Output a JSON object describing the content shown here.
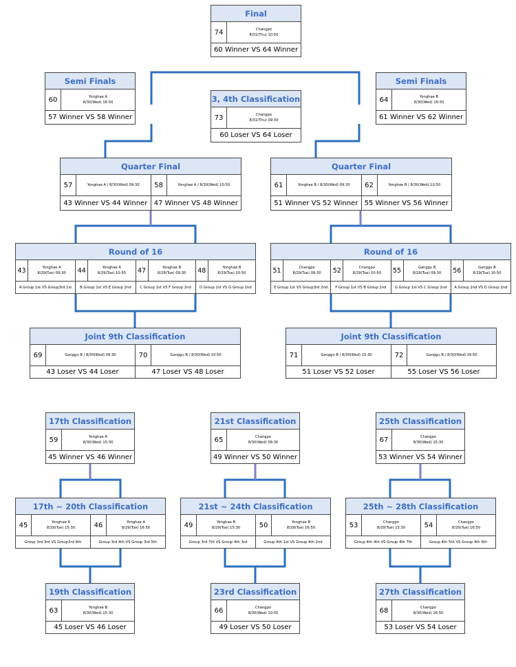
{
  "final": {
    "title": "Final",
    "num": "74",
    "venue": "Changpo",
    "time": "8/31(Thu) 10:50",
    "matchup": "60 Winner VS 64 Winner"
  },
  "semi_left": {
    "title": "Semi Finals",
    "num": "60",
    "venue": "Yonghae A",
    "time": "8/30(Wed) 16:50",
    "matchup": "57 Winner VS 58 Winner"
  },
  "semi_right": {
    "title": "Semi Finals",
    "num": "64",
    "venue": "Yonghae B",
    "time": "8/30(Wed) 16:50",
    "matchup": "61 Winner VS 62 Winner"
  },
  "third": {
    "title": "3, 4th Classification",
    "num": "73",
    "venue": "Changpo",
    "time": "8/31(Thu) 09:30",
    "matchup": "60 Loser VS 64 Loser"
  },
  "qf_left": {
    "title": "Quarter Final",
    "matches": [
      {
        "num": "57",
        "info": "Yonghae A / 8/30(Wed) 09:30",
        "matchup": "43 Winner VS 44 Winner"
      },
      {
        "num": "58",
        "info": "Yonghae A / 8/30(Wed) 10:50",
        "matchup": "47 Winner VS 48 Winner"
      }
    ]
  },
  "qf_right": {
    "title": "Quarter Final",
    "matches": [
      {
        "num": "61",
        "info": "Yonghae B / 8/30(Wed) 09:30",
        "matchup": "51 Winner VS 52 Winner"
      },
      {
        "num": "62",
        "info": "Yonghae B / 8/30(Wed) 10:50",
        "matchup": "55 Winner VS 56 Winner"
      }
    ]
  },
  "r16_left": {
    "title": "Round of 16",
    "matches": [
      {
        "num": "43",
        "venue": "Yonghae A",
        "time": "8/29(Tue) 09:30",
        "matchup": "A Group 1st VS   Group3rd   1st"
      },
      {
        "num": "44",
        "venue": "Yonghae A",
        "time": "8/29(Tue) 10:50",
        "matchup": "B Group 1st VS E Group 2nd"
      },
      {
        "num": "47",
        "venue": "Yonghae B",
        "time": "8/29(Tue) 09:30",
        "matchup": "C Group 1st VS F Group 2nd"
      },
      {
        "num": "48",
        "venue": "Yonghae B",
        "time": "8/29(Tue) 10:50",
        "matchup": "D Group 1st VS G Group 2nd"
      }
    ]
  },
  "r16_right": {
    "title": "Round of 16",
    "matches": [
      {
        "num": "51",
        "venue": "Changpo",
        "time": "8/29(Tue) 09:30",
        "matchup": "E Group 1st VS  Group3rd  2nd"
      },
      {
        "num": "52",
        "venue": "Changpo",
        "time": "8/29(Tue) 10:50",
        "matchup": "F Group 1st VS B Group 2nd"
      },
      {
        "num": "55",
        "venue": "Ganggu B",
        "time": "8/29(Tue) 09:30",
        "matchup": "G Group 1st VS C Group 2nd"
      },
      {
        "num": "56",
        "venue": "Ganggu B",
        "time": "8/29(Tue) 10:50",
        "matchup": "A Group 2nd VS D Group 2nd"
      }
    ]
  },
  "j9_left": {
    "title": "Joint 9th Classification",
    "matches": [
      {
        "num": "69",
        "info": "Ganggu B / 8/30(Wed) 09:30",
        "matchup": "43 Loser VS 44 Loser"
      },
      {
        "num": "70",
        "info": "Ganggu B / 8/30(Wed) 10:50",
        "matchup": "47 Loser VS 48 Loser"
      }
    ]
  },
  "j9_right": {
    "title": "Joint 9th Classification",
    "matches": [
      {
        "num": "71",
        "info": "Ganggu B / 8/30(Wed) 15:30",
        "matchup": "51 Loser VS 52 Loser"
      },
      {
        "num": "72",
        "info": "Ganggu B / 8/30(Wed) 16:50",
        "matchup": "55 Loser VS 56 Loser"
      }
    ]
  },
  "c17": {
    "title": "17th Classification",
    "num": "59",
    "venue": "Yonghae A",
    "time": "8/30(Wed) 15:30",
    "matchup": "45 Winner VS 46 Winner"
  },
  "c21": {
    "title": "21st Classification",
    "num": "65",
    "venue": "Changpo",
    "time": "8/30(Wed) 09:30",
    "matchup": "49 Winner VS 50 Winner"
  },
  "c25": {
    "title": "25th Classification",
    "num": "67",
    "venue": "Changpo",
    "time": "8/30(Wed) 15:30",
    "matchup": "53 Winner VS 54 Winner"
  },
  "c17_20": {
    "title": "17th ~ 20th Classification",
    "matches": [
      {
        "num": "45",
        "venue": "Yonghae A",
        "time": "8/29(Tue) 15:30",
        "matchup": "Group 3rd 3rd VS   Group3rd 6th"
      },
      {
        "num": "46",
        "venue": "Yonghae A",
        "time": "8/29(Tue) 16:50",
        "matchup": "Group 3rd 4th VS   Group 3rd 5th"
      }
    ]
  },
  "c21_24": {
    "title": "21st ~ 24th Classification",
    "matches": [
      {
        "num": "49",
        "venue": "Yonghae B",
        "time": "8/29(Tue) 15:30",
        "matchup": "Group 3rd 7th VS Group 4th 3rd"
      },
      {
        "num": "50",
        "venue": "Yonghae B",
        "time": "8/29(Tue) 16:50",
        "matchup": "Group 4th 1st VS Group 4th 2nd"
      }
    ]
  },
  "c25_28": {
    "title": "25th ~ 28th Classification",
    "matches": [
      {
        "num": "53",
        "venue": "Changpo",
        "time": "8/29(Tue) 15:30",
        "matchup": "Group 4th 4th VS Group 4th 7th"
      },
      {
        "num": "54",
        "venue": "Changpo",
        "time": "8/29(Tue) 16:50",
        "matchup": "Group 4th 5th VS Group 4th 6th"
      }
    ]
  },
  "c19": {
    "title": "19th Classification",
    "num": "63",
    "venue": "Yonghae B",
    "time": "8/30(Wed) 15:30",
    "matchup": "45 Loser VS 46 Loser"
  },
  "c23": {
    "title": "23rd Classification",
    "num": "66",
    "venue": "Changpo",
    "time": "8/30(Wed) 10:50",
    "matchup": "49 Loser VS 50 Loser"
  },
  "c27": {
    "title": "27th Classification",
    "num": "68",
    "venue": "Changpo",
    "time": "8/30(Wed) 16:50",
    "matchup": "53 Loser VS 54 Loser"
  },
  "colors": {
    "line_main": "#2e6fbd",
    "line_light": "#7f7fc8",
    "header_bg": "#dce6f5",
    "header_text": "#3d6fc4"
  }
}
